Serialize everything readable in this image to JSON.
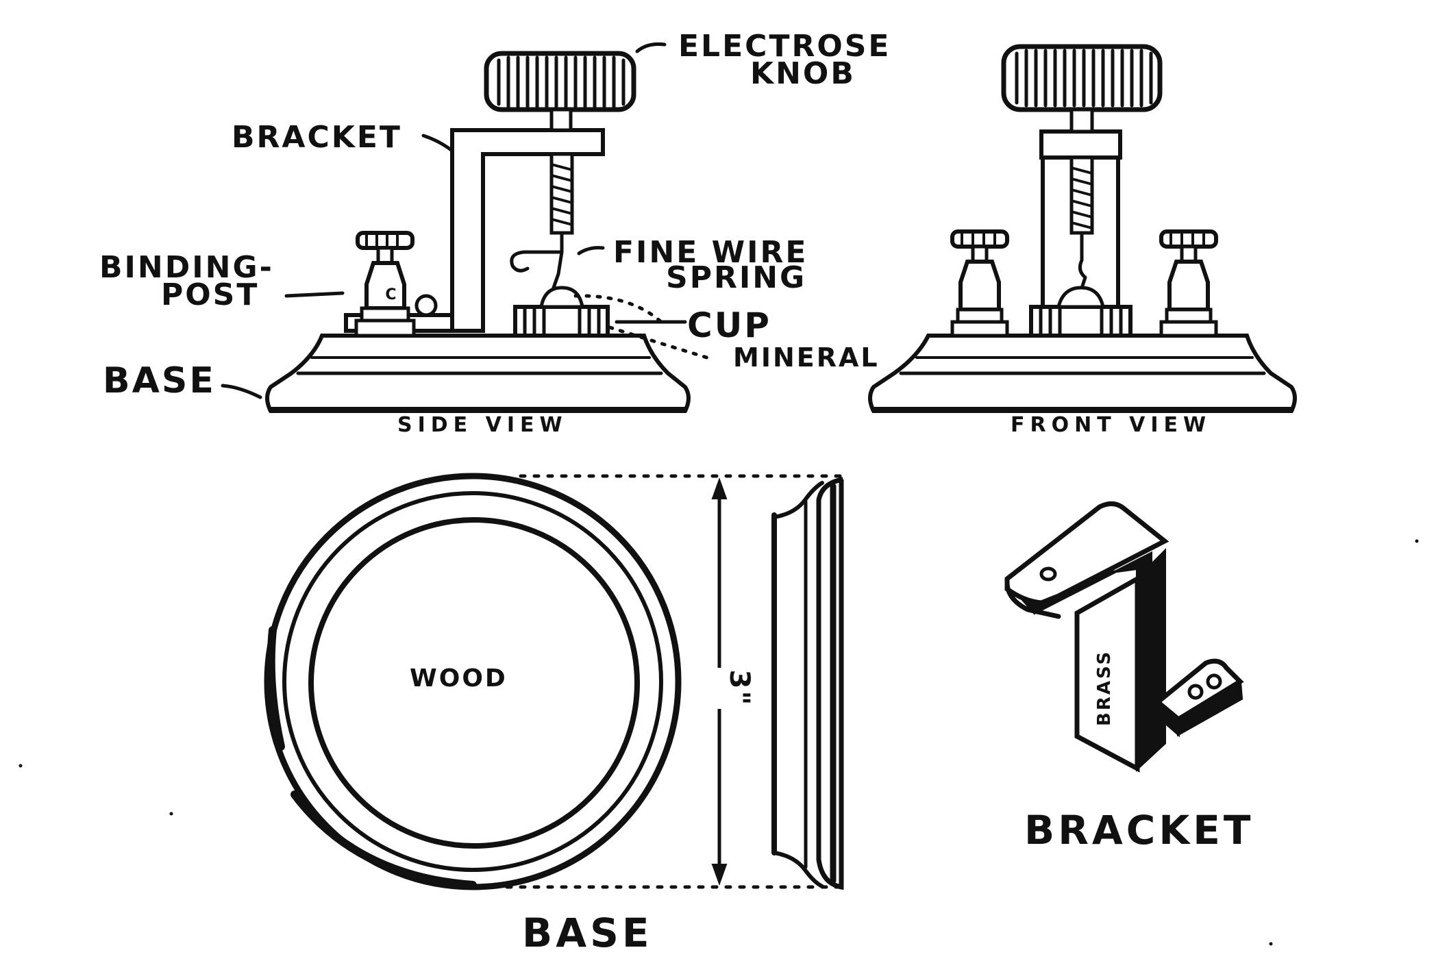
{
  "labels": {
    "electrose_knob_1": "ELECTROSE",
    "electrose_knob_2": "KNOB",
    "bracket": "BRACKET",
    "binding_post_1": "BINDING-",
    "binding_post_2": "POST",
    "fine_wire_1": "FINE WIRE",
    "fine_wire_2": "SPRING",
    "cup": "CUP",
    "mineral": "MINERAL",
    "base": "BASE",
    "side_view": "SIDE VIEW",
    "front_view": "FRONT VIEW",
    "wood": "WOOD",
    "dimension": "3\"",
    "base_caption": "BASE",
    "bracket_caption": "BRACKET",
    "brass": "BRASS"
  }
}
